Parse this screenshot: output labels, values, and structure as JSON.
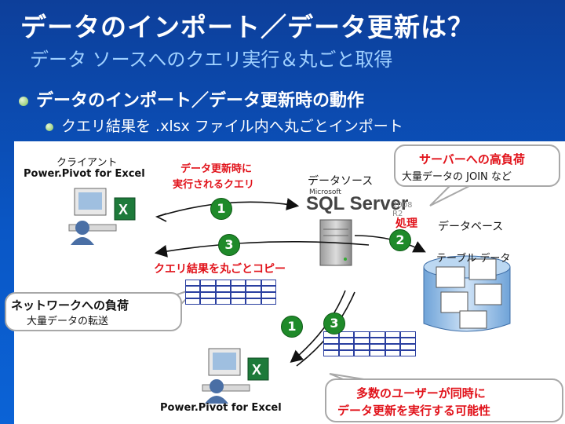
{
  "slide": {
    "title": "データのインポート／データ更新は？",
    "subtitle": "データ ソースへのクエリ実行＆丸ごと取得",
    "bullet_main": "データのインポート／データ更新時の動作",
    "bullet_sub": "クエリ結果を .xlsx ファイル内へ丸ごとインポート"
  },
  "diagram": {
    "client_label_1": "クライアント",
    "client_label_2": "Power.Pivot for Excel",
    "query_label_1": "データ更新時に",
    "query_label_2": "実行されるクエリ",
    "datasource_label": "データソース",
    "sql_microsoft": "Microsoft",
    "sql_logo": "SQL Server",
    "sql_version": "2008 R2",
    "server_load_title": "サーバーへの高負荷",
    "server_load_detail": "大量データの JOIN など",
    "processing_label": "処理",
    "database_label": "データベース",
    "table_data_label": "テーブル データ",
    "copy_label": "クエリ結果を丸ごとコピー",
    "network_title": "ネットワークへの負荷",
    "network_detail": "大量データの転送",
    "client2_label": "Power.Pivot for Excel",
    "concurrent_1": "多数のユーザーが同時に",
    "concurrent_2": "データ更新を実行する可能性",
    "step1": "1",
    "step2": "2",
    "step3": "3",
    "step1b": "1",
    "step3b": "3"
  },
  "colors": {
    "step_circle": "#1f8a2a",
    "highlight_red": "#e1121a",
    "title_blue": "#0d3f9a",
    "grid_line": "#2a3fa0"
  }
}
